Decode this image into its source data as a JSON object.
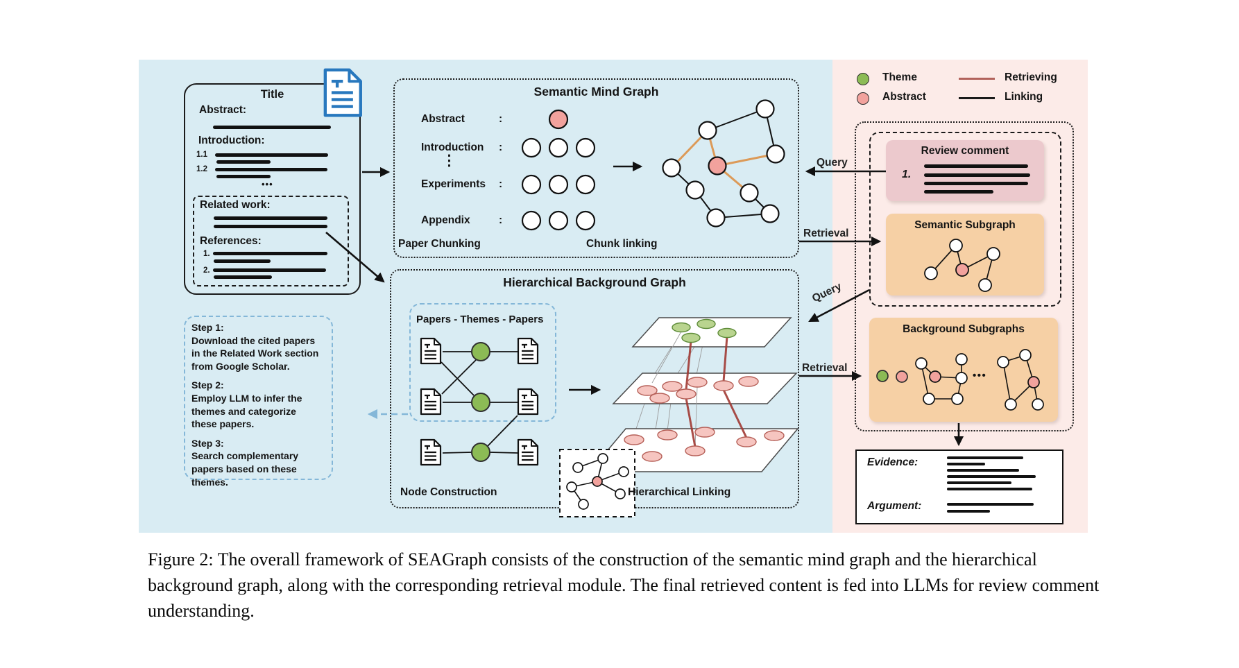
{
  "colors": {
    "panel_blue": "#d9ecf3",
    "panel_pink": "#fcebe8",
    "theme_green": "#8cbb55",
    "abstract_pink": "#f2a29d",
    "retrieving_line": "#b2625b",
    "linking_line": "#1a1a1a",
    "orange_box": "#f6d0a5",
    "review_box": "#ecc9cd",
    "doc_icon_blue": "#2878be",
    "dashed_blue": "#84b7d8",
    "edge_orange": "#dc9a58",
    "plane_link_red": "#a13a34"
  },
  "legend": {
    "theme": "Theme",
    "abstract": "Abstract",
    "retrieving": "Retrieving",
    "linking": "Linking"
  },
  "paper": {
    "title": "Title",
    "abstract": "Abstract:",
    "introduction": "Introduction:",
    "sec11": "1.1",
    "sec12": "1.2",
    "ellipsis": "•••",
    "related_work": "Related work:",
    "references": "References:",
    "ref1": "1.",
    "ref2": "2."
  },
  "smg": {
    "title": "Semantic Mind Graph",
    "row_abstract": "Abstract",
    "row_introduction": "Introduction",
    "row_experiments": "Experiments",
    "row_appendix": "Appendix",
    "colon": ":",
    "vdots": "⋮",
    "paper_chunking": "Paper Chunking",
    "chunk_linking": "Chunk linking"
  },
  "hbg": {
    "title": "Hierarchical Background Graph",
    "papers_themes": "Papers - Themes - Papers",
    "node_construction": "Node Construction",
    "hierarchical_linking": "Hierarchical Linking"
  },
  "steps": {
    "step1_title": "Step 1:",
    "step1_body": "Download the cited papers\nin the Related Work section\nfrom Google Scholar.",
    "step2_title": "Step 2:",
    "step2_body": "Employ LLM to infer the\nthemes and categorize\nthese papers.",
    "step3_title": "Step 3:",
    "step3_body": "Search complementary\npapers based on these\nthemes."
  },
  "flow": {
    "query": "Query",
    "retrieval": "Retrieval",
    "query2": "Query",
    "retrieval2": "Retrieval"
  },
  "right_panel": {
    "review_comment_title": "Review comment",
    "review_item_number": "1.",
    "semantic_subgraph_title": "Semantic Subgraph",
    "background_subgraphs_title": "Background Subgraphs",
    "subgraph_ellipsis": "•••",
    "evidence_label": "Evidence:",
    "argument_label": "Argument:"
  },
  "caption": "Figure 2: The overall framework of SEAGraph consists of the construction of the semantic mind graph and the hierarchical background graph, along with the corresponding retrieval module. The final retrieved content is fed into LLMs for review comment understanding."
}
